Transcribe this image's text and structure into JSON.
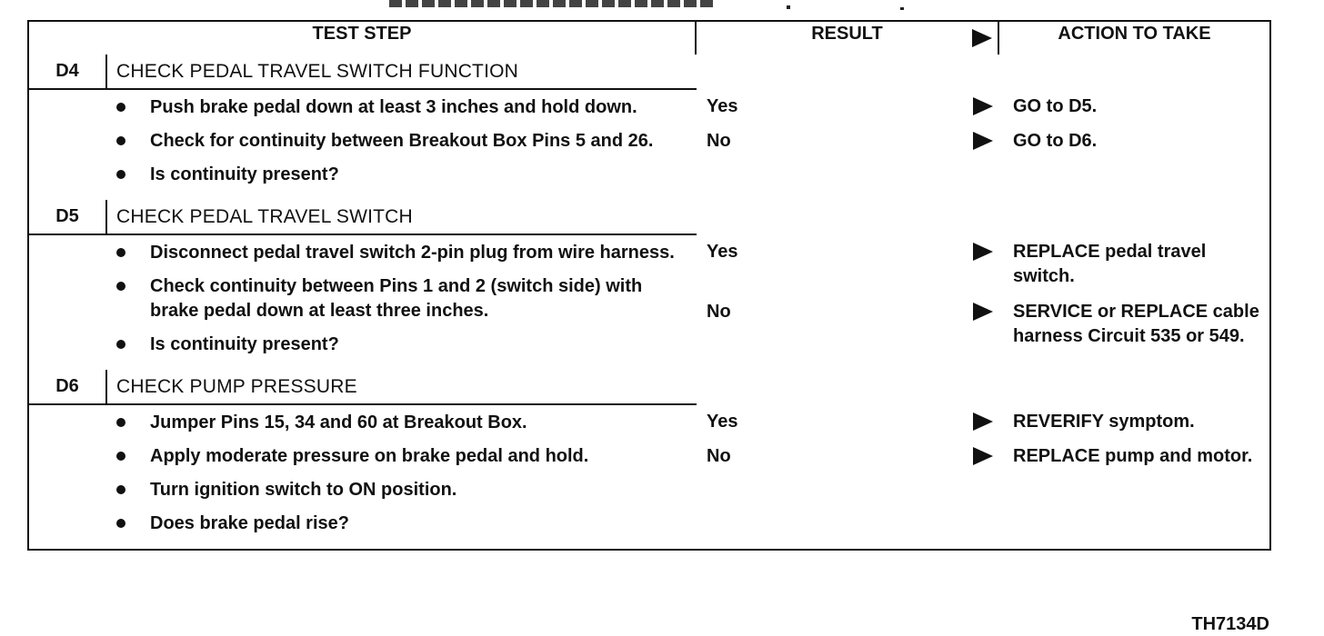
{
  "headers": {
    "test_step": "TEST STEP",
    "result": "RESULT",
    "action": "ACTION TO TAKE"
  },
  "steps": [
    {
      "id": "D4",
      "title": "CHECK PEDAL TRAVEL SWITCH FUNCTION",
      "bullets": [
        "Push brake pedal down at least 3 inches and hold down.",
        "Check for continuity between Breakout Box Pins 5 and 26.",
        "Is continuity present?"
      ],
      "results": [
        "Yes",
        "No"
      ],
      "actions": [
        "GO to D5.",
        "GO to D6."
      ]
    },
    {
      "id": "D5",
      "title": "CHECK PEDAL TRAVEL SWITCH",
      "bullets": [
        "Disconnect pedal travel switch 2-pin plug from wire harness.",
        "Check continuity between Pins 1 and 2 (switch side) with brake pedal down at least three inches.",
        "Is continuity present?"
      ],
      "results": [
        "Yes",
        "No"
      ],
      "actions": [
        "REPLACE pedal travel switch.",
        "SERVICE or REPLACE cable harness Circuit 535 or 549."
      ]
    },
    {
      "id": "D6",
      "title": "CHECK PUMP PRESSURE",
      "bullets": [
        "Jumper Pins 15, 34 and 60 at Breakout Box.",
        "Apply moderate pressure on brake pedal and hold.",
        "Turn ignition switch to ON position.",
        "Does brake pedal rise?"
      ],
      "results": [
        "Yes",
        "No"
      ],
      "actions": [
        "REVERIFY symptom.",
        "REPLACE pump and motor."
      ]
    }
  ],
  "figure_id": "TH7134D",
  "icons": {
    "result_arrow": "arrow-right-icon",
    "bullet": "bullet-dot-icon"
  }
}
